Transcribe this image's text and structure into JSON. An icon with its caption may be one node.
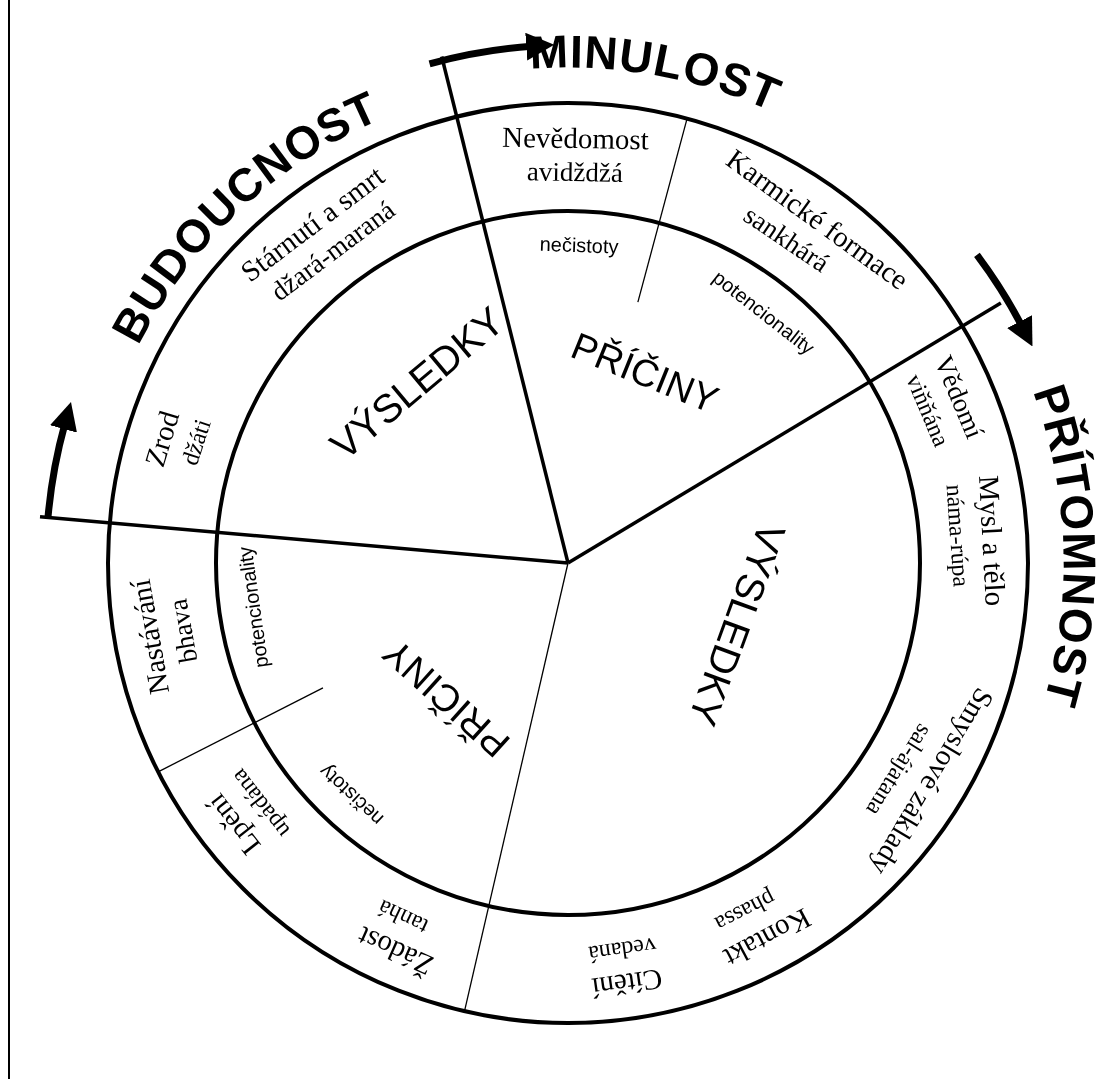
{
  "diagram": {
    "nodes": [
      {
        "text": [
          "Nevědomost",
          "avidždžá"
        ]
      },
      {
        "text": [
          "Karmické formace",
          "sankhárá"
        ]
      },
      {
        "text": [
          "Vědomí",
          "viňňána",
          "Mysl a tělo",
          "náma-rúpa",
          "Smyslové základy",
          "sal-ájatana",
          "Kontakt",
          "phassa",
          "Cítění",
          "vedaná"
        ]
      },
      {
        "text": [
          "Žádost",
          "tanhá",
          "Lpění",
          "upádána"
        ]
      },
      {
        "text": [
          "Nastávání",
          "bhava"
        ]
      },
      {
        "text": [
          "Zrod",
          "džáti",
          "Stárnutí a smrt",
          "džará-maraná"
        ]
      },
      {
        "text": [
          "nečistoty",
          "potencionality",
          "PŘÍČINY"
        ]
      },
      {
        "text": [
          "VÝSLEDKY"
        ]
      },
      {
        "text": [
          "nečistoty",
          "PŘÍČINY",
          "potencionality"
        ]
      },
      {
        "text": [
          "VÝSLEDKY"
        ]
      }
    ],
    "labels": [
      "MINULOST",
      "BUDOUCNOST",
      "PŘÍTOMNOST"
    ]
  }
}
